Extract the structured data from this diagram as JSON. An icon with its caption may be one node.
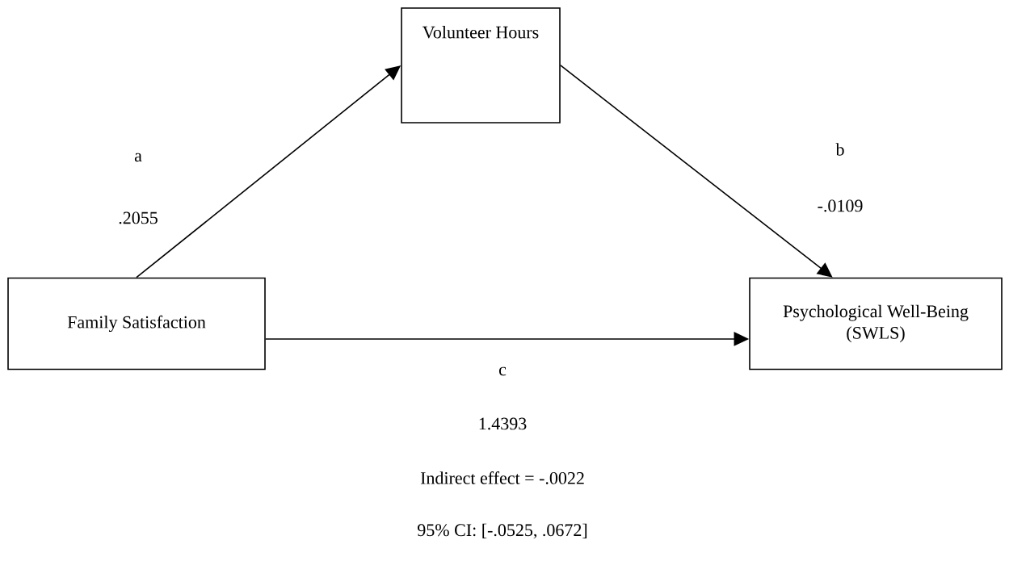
{
  "diagram": {
    "nodes": [
      {
        "text": [
          "Family Satisfaction"
        ]
      },
      {
        "text": [
          "Volunteer Hours"
        ]
      },
      {
        "text": [
          "Psychological Well-Being (SWLS)"
        ]
      }
    ],
    "edges": [
      {
        "from": 0,
        "to": 1,
        "arrow": "to"
      },
      {
        "from": 1,
        "to": 2,
        "arrow": "to"
      },
      {
        "from": 0,
        "to": 2,
        "arrow": "to"
      }
    ],
    "labels": [
      "a",
      "b",
      ".2055",
      "-.0109",
      "c",
      "1.4393",
      "Indirect effect = -.0022",
      "95% CI: [-.0525, .0672]"
    ]
  }
}
